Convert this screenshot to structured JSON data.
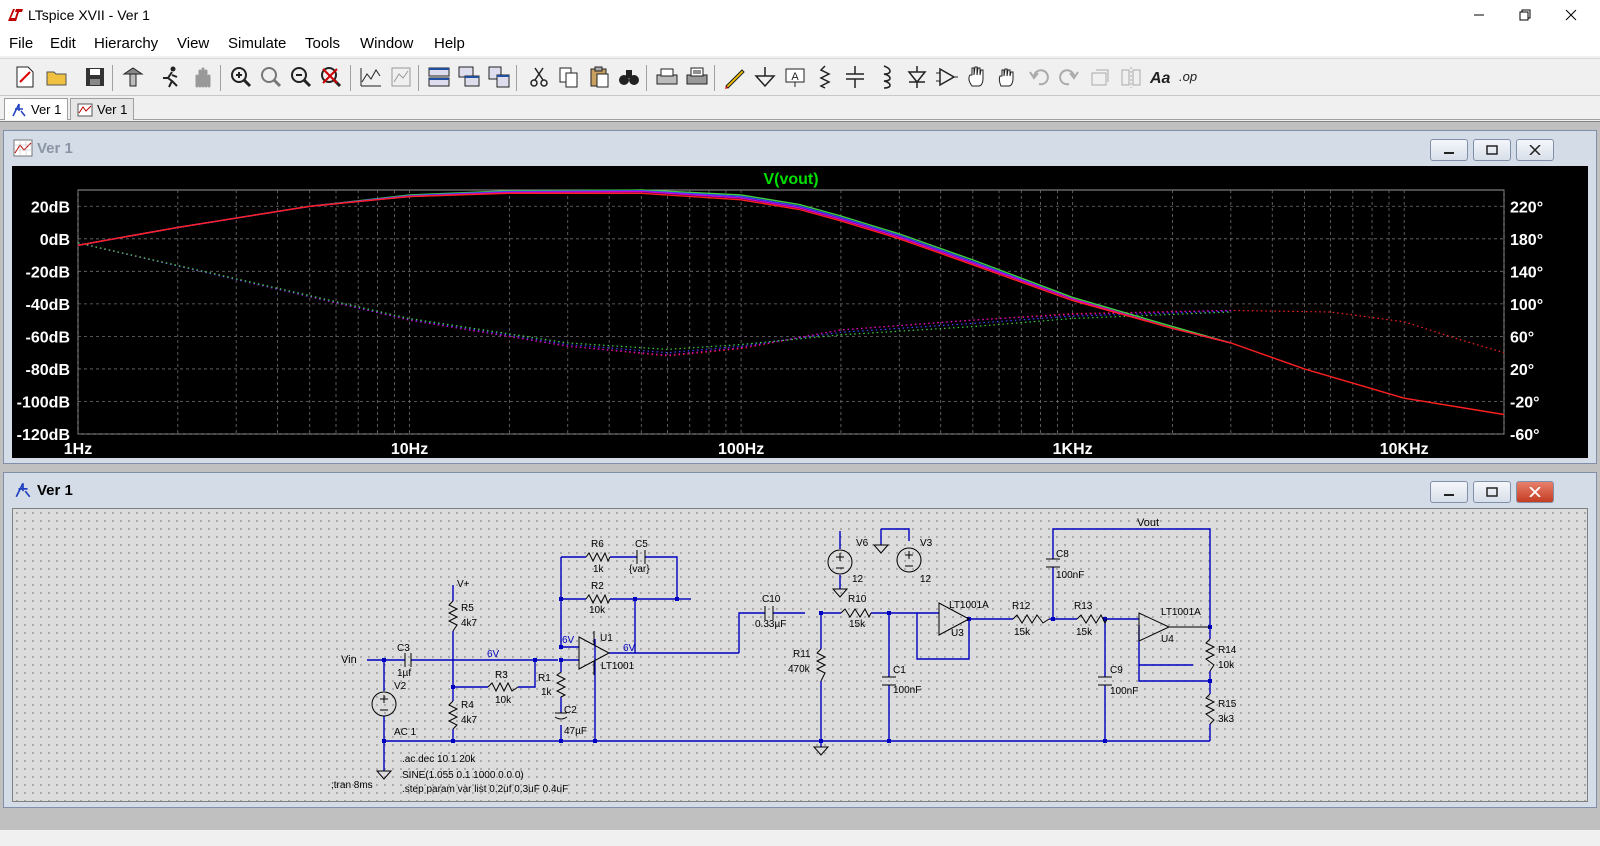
{
  "window": {
    "title": "LTspice XVII - Ver 1"
  },
  "menu": [
    "File",
    "Edit",
    "Hierarchy",
    "View",
    "Simulate",
    "Tools",
    "Window",
    "Help"
  ],
  "tabs": [
    {
      "label": "Ver 1",
      "icon": "schematic-icon",
      "active": true
    },
    {
      "label": "Ver 1",
      "icon": "waveform-icon",
      "active": false
    }
  ],
  "plot_window": {
    "title": "Ver 1"
  },
  "schematic_window": {
    "title": "Ver 1"
  },
  "colors": {
    "plot_bg": "#000000",
    "trace_title": "#00e000",
    "wire": "#0000c0",
    "label_text": "#000000",
    "schematic_bg": "#dcdcdc"
  },
  "chart_data": {
    "type": "line",
    "title": "V(vout)",
    "x_scale": "log",
    "xlim": [
      1,
      20000
    ],
    "x_ticks": [
      1,
      10,
      100,
      1000,
      10000
    ],
    "x_tick_labels": [
      "1Hz",
      "10Hz",
      "100Hz",
      "1KHz",
      "10KHz"
    ],
    "ylim_left": [
      -120,
      30
    ],
    "y_ticks_left": [
      20,
      0,
      -20,
      -40,
      -60,
      -80,
      -100,
      -120
    ],
    "y_tick_labels_left": [
      "20dB",
      "0dB",
      "-20dB",
      "-40dB",
      "-60dB",
      "-80dB",
      "-100dB",
      "-120dB"
    ],
    "ylim_right": [
      -60,
      240
    ],
    "y_ticks_right": [
      220,
      180,
      140,
      100,
      60,
      20,
      -20,
      -60
    ],
    "y_tick_labels_right": [
      "220°",
      "180°",
      "140°",
      "100°",
      "60°",
      "20°",
      "-20°",
      "-60°"
    ],
    "grid": true,
    "magnitude_series": [
      {
        "color": "#ff2020",
        "points": [
          [
            1,
            -4
          ],
          [
            2,
            7
          ],
          [
            5,
            20
          ],
          [
            10,
            26
          ],
          [
            20,
            28
          ],
          [
            50,
            28
          ],
          [
            100,
            24
          ],
          [
            150,
            18
          ],
          [
            200,
            11
          ],
          [
            300,
            0
          ],
          [
            500,
            -16
          ],
          [
            1000,
            -38
          ],
          [
            2000,
            -55
          ],
          [
            3000,
            -64
          ],
          [
            5000,
            -80
          ],
          [
            10000,
            -98
          ],
          [
            20000,
            -108
          ]
        ]
      },
      {
        "color": "#d000d0",
        "points": [
          [
            1,
            -4
          ],
          [
            2,
            7
          ],
          [
            5,
            20
          ],
          [
            10,
            26
          ],
          [
            20,
            28.5
          ],
          [
            50,
            29
          ],
          [
            100,
            25
          ],
          [
            150,
            19
          ],
          [
            200,
            12
          ],
          [
            300,
            1
          ],
          [
            500,
            -15
          ],
          [
            1000,
            -37
          ],
          [
            2000,
            -55
          ],
          [
            3000,
            -64
          ]
        ]
      },
      {
        "color": "#4040ff",
        "points": [
          [
            1,
            -4
          ],
          [
            2,
            7
          ],
          [
            5,
            20
          ],
          [
            10,
            26.5
          ],
          [
            20,
            29
          ],
          [
            50,
            29.5
          ],
          [
            100,
            26
          ],
          [
            150,
            20
          ],
          [
            200,
            13
          ],
          [
            300,
            2
          ],
          [
            500,
            -14
          ],
          [
            1000,
            -37
          ],
          [
            2000,
            -55
          ],
          [
            3000,
            -64
          ]
        ]
      },
      {
        "color": "#40d040",
        "points": [
          [
            1,
            -4
          ],
          [
            2,
            7
          ],
          [
            5,
            20
          ],
          [
            10,
            27
          ],
          [
            20,
            29.5
          ],
          [
            50,
            30
          ],
          [
            100,
            27
          ],
          [
            150,
            21
          ],
          [
            200,
            14
          ],
          [
            300,
            3
          ],
          [
            500,
            -13
          ],
          [
            1000,
            -36
          ],
          [
            2000,
            -54
          ],
          [
            3000,
            -64
          ]
        ]
      }
    ],
    "phase_series": [
      {
        "color": "#ff2020",
        "points": [
          [
            1,
            175
          ],
          [
            3,
            130
          ],
          [
            10,
            80
          ],
          [
            30,
            48
          ],
          [
            60,
            36
          ],
          [
            100,
            45
          ],
          [
            200,
            68
          ],
          [
            500,
            80
          ],
          [
            1000,
            88
          ],
          [
            3000,
            92
          ],
          [
            6000,
            90
          ],
          [
            10000,
            78
          ],
          [
            15000,
            55
          ],
          [
            20000,
            40
          ]
        ]
      },
      {
        "color": "#d000d0",
        "points": [
          [
            1,
            175
          ],
          [
            3,
            130
          ],
          [
            10,
            80
          ],
          [
            30,
            48
          ],
          [
            60,
            37
          ],
          [
            100,
            46
          ],
          [
            200,
            68
          ],
          [
            500,
            80
          ],
          [
            1000,
            87
          ],
          [
            3000,
            92
          ]
        ]
      },
      {
        "color": "#4040ff",
        "points": [
          [
            1,
            175
          ],
          [
            3,
            130
          ],
          [
            10,
            81
          ],
          [
            30,
            50
          ],
          [
            60,
            40
          ],
          [
            100,
            48
          ],
          [
            200,
            65
          ],
          [
            500,
            76
          ],
          [
            1000,
            85
          ],
          [
            3000,
            91
          ]
        ]
      },
      {
        "color": "#40d040",
        "points": [
          [
            1,
            175
          ],
          [
            3,
            131
          ],
          [
            10,
            82
          ],
          [
            30,
            52
          ],
          [
            60,
            44
          ],
          [
            100,
            50
          ],
          [
            200,
            62
          ],
          [
            500,
            72
          ],
          [
            1000,
            82
          ],
          [
            3000,
            90
          ]
        ]
      }
    ]
  },
  "schematic": {
    "labels": {
      "vin": "Vin",
      "vout": "Vout",
      "net6v_a": "6V",
      "net6v_b": "6V",
      "net6v_c": "6V",
      "c3": "C3",
      "c3v": "1µf",
      "v2": "V2",
      "v2ac": "AC 1",
      "r5": "R5",
      "r5v": "4k7",
      "r4": "R4",
      "r4v": "4k7",
      "vplus1": "V+",
      "r3": "R3",
      "r3v": "10k",
      "r1": "R1",
      "r1v": "1k",
      "c2": "C2",
      "c2v": "47µF",
      "r6": "R6",
      "r6v": "1k",
      "c5": "C5",
      "c5v": "{var}",
      "r2": "R2",
      "r2v": "10k",
      "u1": "U1",
      "u1t": "LT1001",
      "c10": "C10",
      "c10v": "0.33µF",
      "r11": "R11",
      "r11v": "470k",
      "r10": "R10",
      "r10v": "15k",
      "c1": "C1",
      "c1v": "100nF",
      "v6": "V6",
      "v6v": "12",
      "v3": "V3",
      "v3v": "12",
      "u3": "U3",
      "u3t": "LT1001A",
      "r12": "R12",
      "r12v": "15k",
      "r13": "R13",
      "r13v": "15k",
      "c8": "C8",
      "c8v": "100nF",
      "c9": "C9",
      "c9v": "100nF",
      "u4": "U4",
      "u4t": "LT1001A",
      "r14": "R14",
      "r14v": "10k",
      "r15": "R15",
      "r15v": "3k3"
    },
    "directives": [
      ".ac dec 10 1 20k",
      "SINE(1.055 0.1 1000 0 0 0)",
      ".step param var list 0.2uf 0.3uF 0.4uF",
      ";tran 8ms"
    ]
  }
}
